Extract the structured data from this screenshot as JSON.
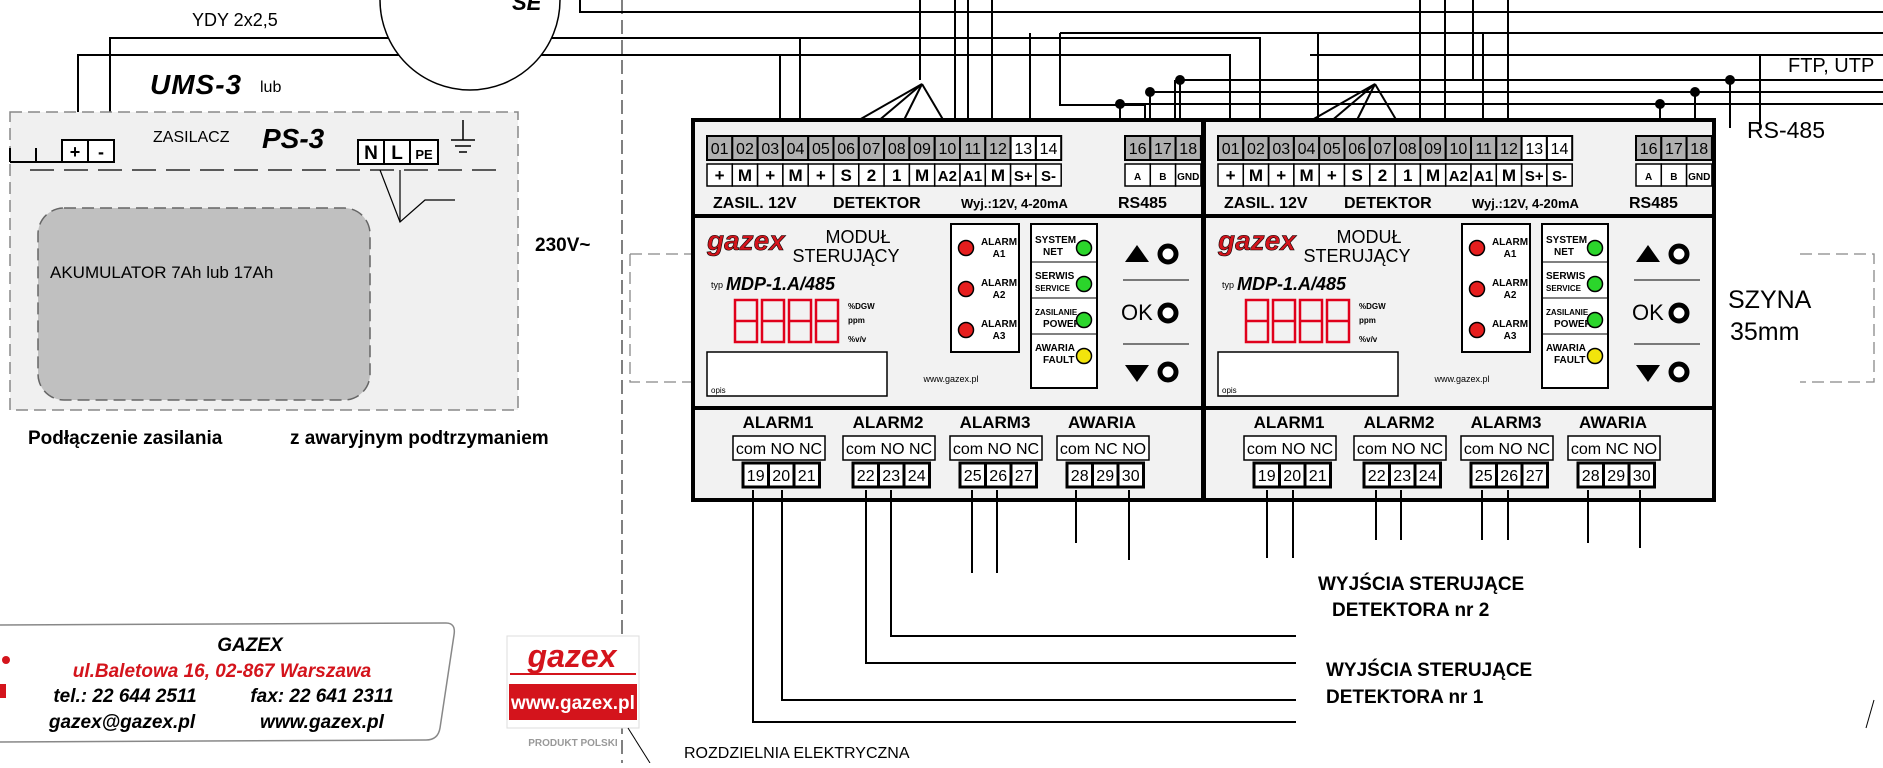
{
  "cable_label": "YDY 2x2,5",
  "ums": {
    "title": "UMS-3",
    "lub": "lub"
  },
  "psu": {
    "title": "ZASILACZ",
    "model": "PS-3",
    "plus": "+",
    "minus": "-",
    "terminals": [
      "N",
      "L",
      "PE"
    ],
    "battery": "AKUMULATOR 7Ah lub 17Ah",
    "mains": "230V~",
    "caption_a": "Podłączenie zasilania",
    "caption_b": "z awaryjnym podtrzymaniem"
  },
  "bus_labels": {
    "ftp": "FTP, UTP",
    "rs485": "RS-485"
  },
  "rail": {
    "line1": "SZYNA",
    "line2": "35mm"
  },
  "modules": [
    {
      "top_terminals": [
        "01",
        "02",
        "03",
        "04",
        "05",
        "06",
        "07",
        "08",
        "09",
        "10",
        "11",
        "12",
        "13",
        "14"
      ],
      "rs_terminals": [
        "16",
        "17",
        "18"
      ],
      "top_signs": [
        "+",
        "M",
        "+",
        "M",
        "+",
        "S",
        "2",
        "1",
        "M",
        "A2",
        "A1",
        "M",
        "S+",
        "S-"
      ],
      "rs_signs": [
        "A",
        "B",
        "GND"
      ],
      "group_labels": {
        "zasil": "ZASIL. 12V",
        "detektor": "DETEKTOR",
        "wyj": "Wyj.:12V,  4-20mA",
        "rs485": "RS485"
      },
      "brand": "gazex",
      "title1": "MODUŁ",
      "title2": "STERUJĄCY",
      "typ": "typ",
      "model": "MDP-1.A/485",
      "units": [
        "%DGW",
        "ppm",
        "%v/v"
      ],
      "opis": "opis",
      "www": "www.gazex.pl",
      "alarms": [
        {
          "l1": "ALARM",
          "l2": "A1"
        },
        {
          "l1": "ALARM",
          "l2": "A2"
        },
        {
          "l1": "ALARM",
          "l2": "A3"
        }
      ],
      "status": [
        {
          "l1": "SYSTEM",
          "l2": "NET",
          "color": "#2bd52b"
        },
        {
          "l1": "SERWIS",
          "l2": "SERVICE",
          "color": "#2bd52b"
        },
        {
          "l1": "ZASILANIE",
          "l2": "POWER",
          "color": "#2bd52b"
        },
        {
          "l1": "AWARIA",
          "l2": "FAULT",
          "color": "#f2e40c"
        }
      ],
      "ok": "OK",
      "relay_groups": [
        {
          "name": "ALARM1",
          "contacts": "com NO NC",
          "terms": [
            "19",
            "20",
            "21"
          ]
        },
        {
          "name": "ALARM2",
          "contacts": "com NO NC",
          "terms": [
            "22",
            "23",
            "24"
          ]
        },
        {
          "name": "ALARM3",
          "contacts": "com NO NC",
          "terms": [
            "25",
            "26",
            "27"
          ]
        },
        {
          "name": "AWARIA",
          "contacts": "com NC NO",
          "terms": [
            "28",
            "29",
            "30"
          ]
        }
      ]
    },
    {
      "top_terminals": [
        "01",
        "02",
        "03",
        "04",
        "05",
        "06",
        "07",
        "08",
        "09",
        "10",
        "11",
        "12",
        "13",
        "14"
      ],
      "rs_terminals": [
        "16",
        "17",
        "18"
      ],
      "top_signs": [
        "+",
        "M",
        "+",
        "M",
        "+",
        "S",
        "2",
        "1",
        "M",
        "A2",
        "A1",
        "M",
        "S+",
        "S-"
      ],
      "rs_signs": [
        "A",
        "B",
        "GND"
      ],
      "group_labels": {
        "zasil": "ZASIL. 12V",
        "detektor": "DETEKTOR",
        "wyj": "Wyj.:12V,  4-20mA",
        "rs485": "RS485"
      },
      "brand": "gazex",
      "title1": "MODUŁ",
      "title2": "STERUJĄCY",
      "typ": "typ",
      "model": "MDP-1.A/485",
      "units": [
        "%DGW",
        "ppm",
        "%v/v"
      ],
      "opis": "opis",
      "www": "www.gazex.pl",
      "alarms": [
        {
          "l1": "ALARM",
          "l2": "A1"
        },
        {
          "l1": "ALARM",
          "l2": "A2"
        },
        {
          "l1": "ALARM",
          "l2": "A3"
        }
      ],
      "status": [
        {
          "l1": "SYSTEM",
          "l2": "NET",
          "color": "#2bd52b"
        },
        {
          "l1": "SERWIS",
          "l2": "SERVICE",
          "color": "#2bd52b"
        },
        {
          "l1": "ZASILANIE",
          "l2": "POWER",
          "color": "#2bd52b"
        },
        {
          "l1": "AWARIA",
          "l2": "FAULT",
          "color": "#f2e40c"
        }
      ],
      "ok": "OK",
      "relay_groups": [
        {
          "name": "ALARM1",
          "contacts": "com NO NC",
          "terms": [
            "19",
            "20",
            "21"
          ]
        },
        {
          "name": "ALARM2",
          "contacts": "com NO NC",
          "terms": [
            "22",
            "23",
            "24"
          ]
        },
        {
          "name": "ALARM3",
          "contacts": "com NO NC",
          "terms": [
            "25",
            "26",
            "27"
          ]
        },
        {
          "name": "AWARIA",
          "contacts": "com NC NO",
          "terms": [
            "28",
            "29",
            "30"
          ]
        }
      ]
    }
  ],
  "outputs": {
    "det2_l1": "WYJŚCIA STERUJĄCE",
    "det2_l2": "DETEKTORA nr 2",
    "det1_l1": "WYJŚCIA STERUJĄCE",
    "det1_l2": "DETEKTORA nr 1"
  },
  "company": {
    "name": "GAZEX",
    "address": "ul.Baletowa 16,   02-867 Warszawa",
    "tel": "tel.: 22 644 2511",
    "fax": "fax: 22 641 2311",
    "email": "gazex@gazex.pl",
    "www": "www.gazex.pl"
  },
  "logo_badge": {
    "brand": "gazex",
    "url": "www.gazex.pl",
    "tag": "PRODUKT POLSKI"
  },
  "top_circle_text": "SE",
  "distribution_board": "ROZDZIELNIA ELEKTRYCZNA",
  "colors": {
    "led_red": "#e61e1e",
    "brand_red": "#d4141c",
    "module_bg": "#f2f2f2",
    "display_red": "#e0001b"
  }
}
